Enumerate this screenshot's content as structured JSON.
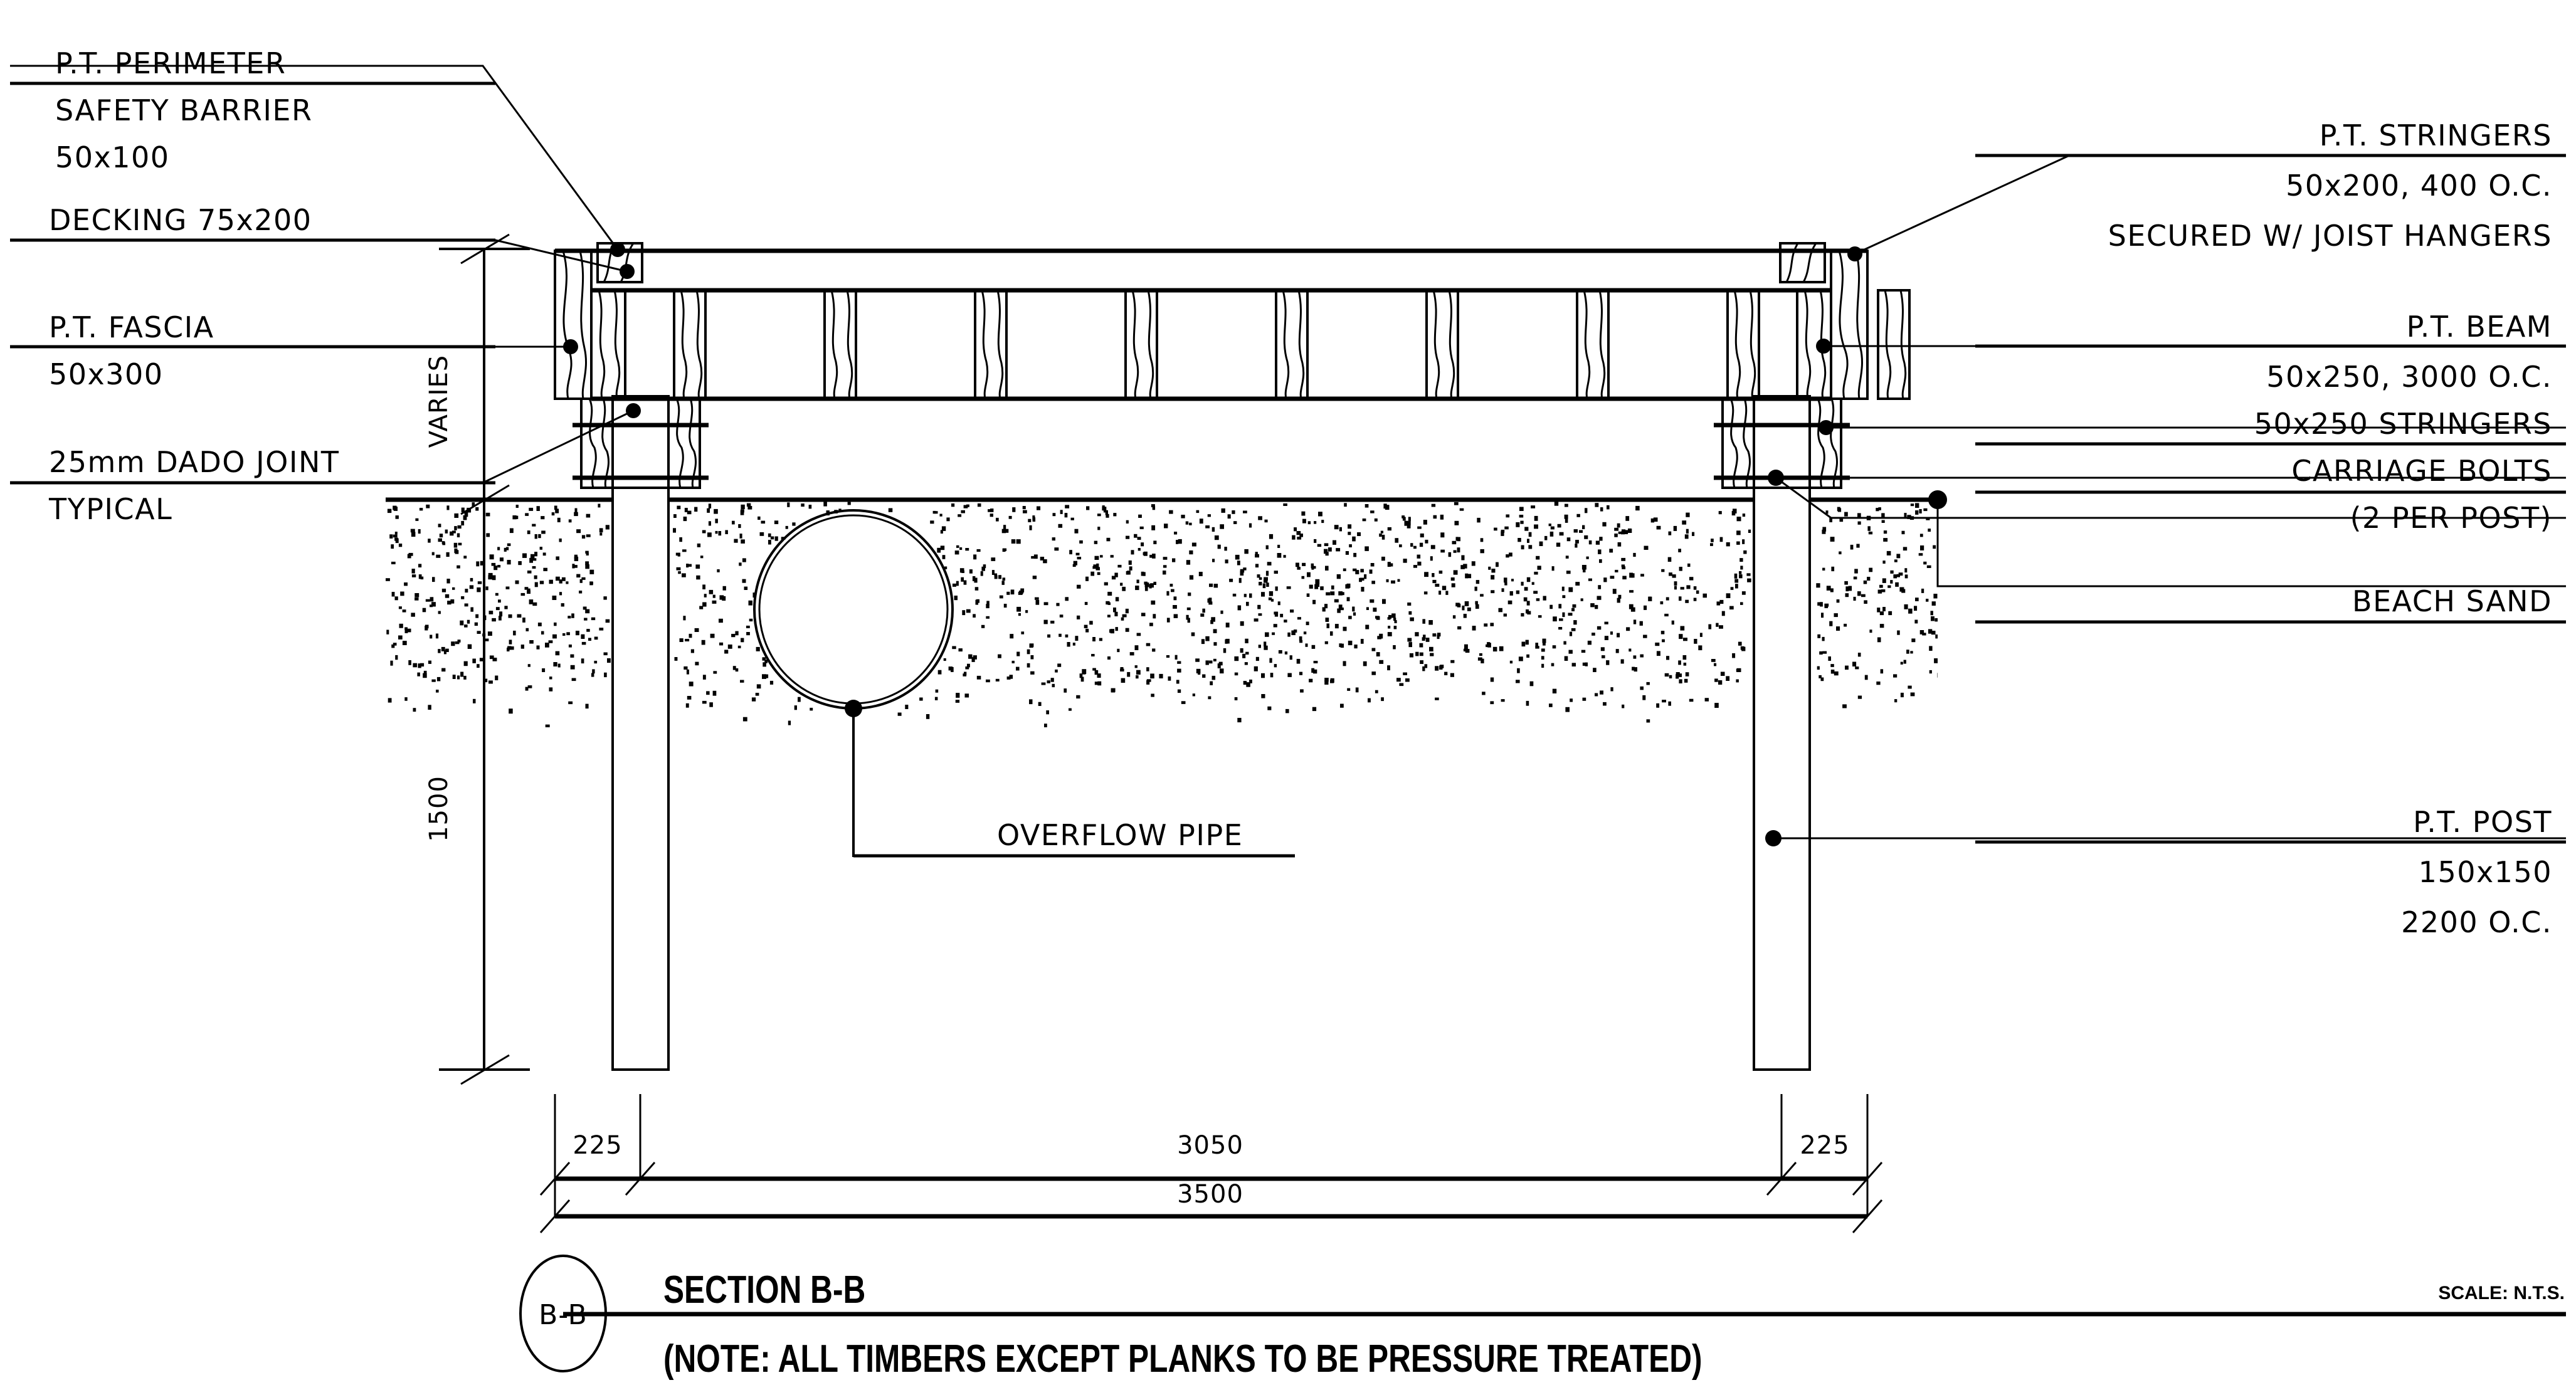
{
  "drawing": {
    "title": "SECTION B-B",
    "bubble_label": "B-B",
    "note": "(NOTE: ALL TIMBERS EXCEPT PLANKS TO BE PRESSURE TREATED)",
    "scale": "SCALE: N.T.S."
  },
  "labels_left": [
    {
      "id": "perimeter-barrier",
      "line1": "P.T. PERIMETER",
      "line2": "SAFETY BARRIER",
      "line3": "50x100"
    },
    {
      "id": "decking",
      "line1": "DECKING 75x200"
    },
    {
      "id": "fascia",
      "line1": "P.T. FASCIA",
      "line2": "50x300"
    },
    {
      "id": "dado-joint",
      "line1": "25mm DADO JOINT",
      "line2": "TYPICAL"
    }
  ],
  "labels_right": [
    {
      "id": "stringers",
      "line1": "P.T. STRINGERS",
      "line2": "50x200, 400 O.C.",
      "line3": "SECURED W/ JOIST HANGERS"
    },
    {
      "id": "beam",
      "line1": "P.T. BEAM",
      "line2": "50x250, 3000 O.C."
    },
    {
      "id": "beam-stringers",
      "line1": "50x250 STRINGERS"
    },
    {
      "id": "carriage-bolts",
      "line1": "CARRIAGE BOLTS",
      "line2": "(2 PER POST)"
    },
    {
      "id": "beach-sand",
      "line1": "BEACH SAND"
    },
    {
      "id": "post",
      "line1": "P.T. POST",
      "line2": "150x150",
      "line3": "2200 O.C."
    }
  ],
  "labels_center": [
    {
      "id": "overflow-pipe",
      "line1": "OVERFLOW PIPE"
    }
  ],
  "dimensions": {
    "vertical": [
      {
        "id": "varies",
        "value": "VARIES"
      },
      {
        "id": "depth",
        "value": "1500"
      }
    ],
    "horizontal": [
      {
        "id": "left-overhang",
        "value": "225"
      },
      {
        "id": "post-spacing",
        "value": "3050"
      },
      {
        "id": "right-overhang",
        "value": "225"
      },
      {
        "id": "overall-width",
        "value": "3500"
      }
    ]
  },
  "colors": {
    "line": "#000000",
    "background": "#ffffff"
  }
}
